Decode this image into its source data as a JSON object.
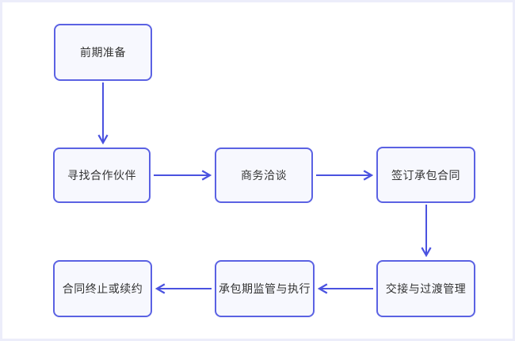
{
  "diagram": {
    "type": "flowchart",
    "nodes": [
      {
        "id": "preparation",
        "label": "前期准备"
      },
      {
        "id": "find-partners",
        "label": "寻找合作伙伴"
      },
      {
        "id": "business-negotiation",
        "label": "商务洽谈"
      },
      {
        "id": "sign-contract",
        "label": "签订承包合同"
      },
      {
        "id": "handover-transition",
        "label": "交接与过渡管理"
      },
      {
        "id": "contract-supervision",
        "label": "承包期监管与执行"
      },
      {
        "id": "termination-renewal",
        "label": "合同终止或续约"
      }
    ],
    "edges": [
      {
        "from": "前期准备",
        "to": "寻找合作伙伴",
        "direction": "down"
      },
      {
        "from": "寻找合作伙伴",
        "to": "商务洽谈",
        "direction": "right"
      },
      {
        "from": "商务洽谈",
        "to": "签订承包合同",
        "direction": "right"
      },
      {
        "from": "签订承包合同",
        "to": "交接与过渡管理",
        "direction": "down"
      },
      {
        "from": "交接与过渡管理",
        "to": "承包期监管与执行",
        "direction": "left"
      },
      {
        "from": "承包期监管与执行",
        "to": "合同终止或续约",
        "direction": "left"
      }
    ],
    "colors": {
      "node_border": "#5b62e3",
      "node_fill": "#f7f8fe",
      "arrow": "#4a52e0",
      "text": "#333333",
      "frame_border": "#ecedfa",
      "background": "#ffffff"
    }
  }
}
